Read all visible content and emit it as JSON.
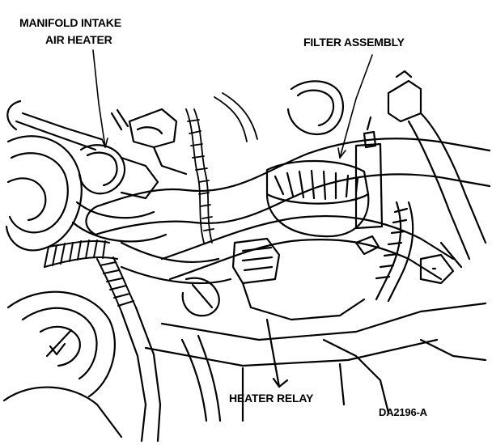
{
  "figure": {
    "callouts": {
      "manifold_intake_line1": "MANIFOLD INTAKE",
      "manifold_intake_line2": "AIR HEATER",
      "filter_assembly": "FILTER ASSEMBLY",
      "heater_relay": "HEATER RELAY"
    },
    "figure_code": "DA2196-A"
  }
}
